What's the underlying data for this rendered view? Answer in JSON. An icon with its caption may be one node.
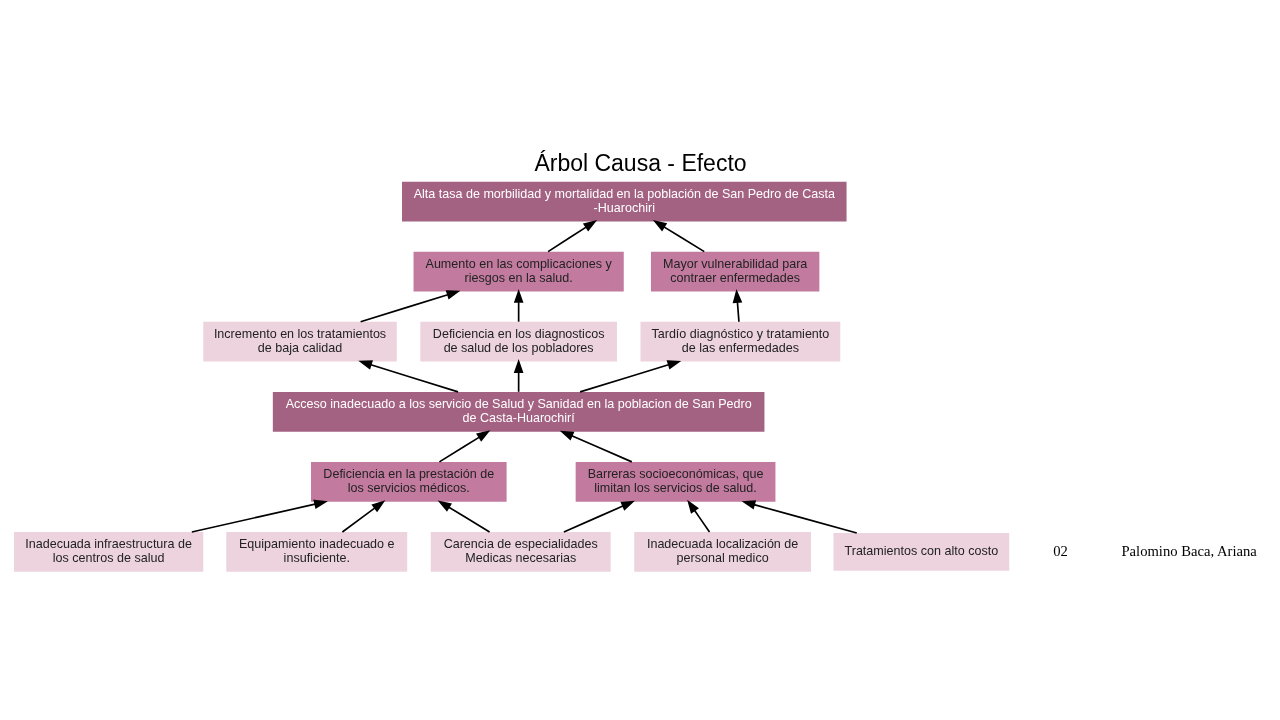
{
  "diagram": {
    "title": "Árbol Causa - Efecto",
    "nodes": [
      {
        "text": [
          "Alta tasa de morbilidad y mortalidad en la población de San Pedro de Casta -Huarochiri"
        ]
      },
      {
        "text": [
          "Aumento en las complicaciones y riesgos en la salud."
        ]
      },
      {
        "text": [
          "Mayor vulnerabilidad para contraer enfermedades"
        ]
      },
      {
        "text": [
          "Incremento en los tratamientos de baja calidad"
        ]
      },
      {
        "text": [
          "Deficiencia en los diagnosticos de salud de los pobladores"
        ]
      },
      {
        "text": [
          "Tardío diagnóstico y tratamiento de las enfermedades"
        ]
      },
      {
        "text": [
          "Acceso inadecuado a los servicio de Salud y Sanidad en la poblacion de San Pedro de Casta-Huarochirí"
        ]
      },
      {
        "text": [
          "Deficiencia en la prestación de los servicios médicos."
        ]
      },
      {
        "text": [
          "Barreras socioeconómicas, que limitan los servicios de salud."
        ]
      },
      {
        "text": [
          "Inadecuada infraestructura de los centros de salud"
        ]
      },
      {
        "text": [
          "Equipamiento inadecuado e insuficiente."
        ]
      },
      {
        "text": [
          "Carencia de especialidades Medicas necesarias"
        ]
      },
      {
        "text": [
          "Inadecuada localización de personal medico"
        ]
      },
      {
        "text": [
          "Tratamientos con alto costo"
        ]
      }
    ],
    "edges": [
      {
        "from": 1,
        "to": 0,
        "arrow": "to"
      },
      {
        "from": 2,
        "to": 0,
        "arrow": "to"
      },
      {
        "from": 3,
        "to": 1,
        "arrow": "to"
      },
      {
        "from": 4,
        "to": 1,
        "arrow": "to"
      },
      {
        "from": 5,
        "to": 2,
        "arrow": "to"
      },
      {
        "from": 6,
        "to": 3,
        "arrow": "to"
      },
      {
        "from": 6,
        "to": 4,
        "arrow": "to"
      },
      {
        "from": 6,
        "to": 5,
        "arrow": "to"
      },
      {
        "from": 7,
        "to": 6,
        "arrow": "to"
      },
      {
        "from": 8,
        "to": 6,
        "arrow": "to"
      },
      {
        "from": 9,
        "to": 7,
        "arrow": "to"
      },
      {
        "from": 10,
        "to": 7,
        "arrow": "to"
      },
      {
        "from": 11,
        "to": 7,
        "arrow": "to"
      },
      {
        "from": 11,
        "to": 8,
        "arrow": "to"
      },
      {
        "from": 12,
        "to": 8,
        "arrow": "to"
      },
      {
        "from": 13,
        "to": 8,
        "arrow": "to"
      }
    ],
    "labels": [
      "02",
      "Palomino Baca, Ariana"
    ]
  }
}
